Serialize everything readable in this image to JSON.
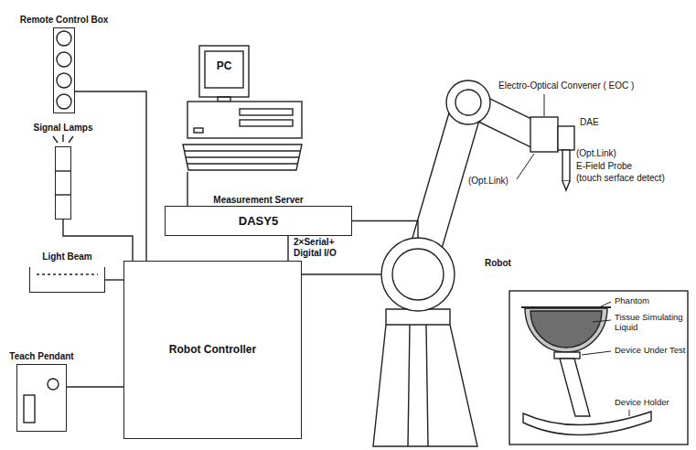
{
  "diagram": {
    "nodes": [
      {
        "text": [
          "Remote Control Box"
        ]
      },
      {
        "text": [
          "PC"
        ]
      },
      {
        "text": [
          "Signal Lamps"
        ]
      },
      {
        "text": [
          "Light Beam"
        ]
      },
      {
        "text": [
          "Teach Pendant"
        ]
      },
      {
        "text": [
          "Robot Controller"
        ]
      },
      {
        "text": [
          "Measurement Server",
          "DASY5"
        ]
      },
      {
        "text": [
          "Robot"
        ]
      }
    ],
    "edges": [
      {
        "from": 0,
        "to": 5,
        "arrow": "none"
      },
      {
        "from": 2,
        "to": 5,
        "arrow": "none"
      },
      {
        "from": 3,
        "to": 5,
        "arrow": "none"
      },
      {
        "from": 4,
        "to": 5,
        "arrow": "none"
      },
      {
        "from": 1,
        "to": 6,
        "arrow": "none"
      },
      {
        "from": 6,
        "to": 5,
        "label": "2×Serial+ Digital I/O",
        "arrow": "none"
      },
      {
        "from": 6,
        "to": 7,
        "arrow": "none"
      },
      {
        "from": 5,
        "to": 7,
        "arrow": "none"
      }
    ],
    "labels": [
      "Electro-Optical Convener ( EOC )",
      "DAE",
      "(Opt.Link)",
      "E-Field Probe",
      "(touch serface detect)",
      "(Opt.Link)",
      "Phantom",
      "Tissue Simulating Liquid",
      "Device Under Test",
      "Device Holder"
    ]
  }
}
